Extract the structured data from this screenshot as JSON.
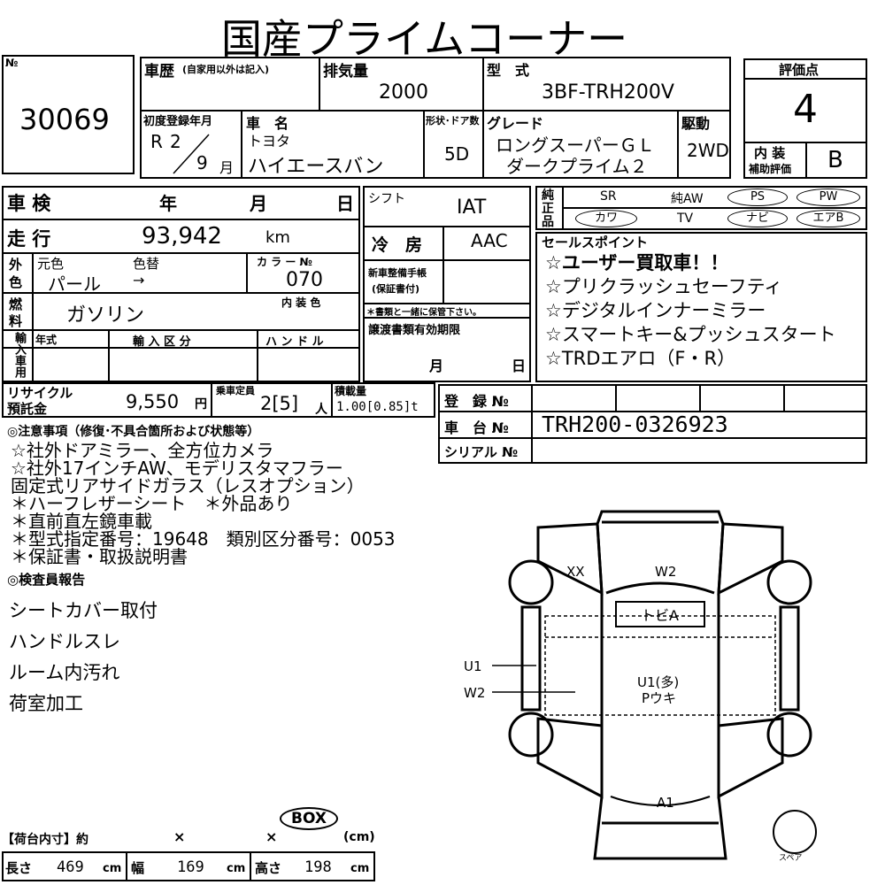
{
  "title": "国産プライムコーナー",
  "lot": {
    "no_label": "№",
    "number": "30069"
  },
  "history": {
    "label": "車歴",
    "sub": "(自家用以外は記入)"
  },
  "displacement": {
    "label": "排気量",
    "value": "2000"
  },
  "model": {
    "label": "型　式",
    "value": "3BF-TRH200V"
  },
  "score": {
    "label": "評価点",
    "value": "4",
    "interior_label_1": "内 装",
    "interior_label_2": "補助評価",
    "interior_value": "B"
  },
  "first_reg": {
    "label": "初度登録年月",
    "era": "R",
    "year": "2",
    "month": "9",
    "month_unit": "月"
  },
  "car_name": {
    "label": "車　名",
    "maker": "トヨタ",
    "name": "ハイエースバン"
  },
  "doors": {
    "label": "形状･ドア数",
    "value": "5D"
  },
  "grade": {
    "label": "グレード",
    "line1": "ロングスーパーＧＬ",
    "line2": "ダークプライム２"
  },
  "drive": {
    "label": "駆動",
    "value": "2WD"
  },
  "inspection": {
    "label": "車 検",
    "year": "年",
    "month": "月",
    "day": "日"
  },
  "mileage": {
    "label": "走 行",
    "value": "93,942",
    "unit": "km"
  },
  "color": {
    "side1": "外",
    "side2": "色",
    "orig_label": "元色",
    "change_label": "色替",
    "orig": "パール",
    "arrow": "→",
    "code_label": "カ ラ ー №",
    "code": "070",
    "interior_label": "内 装 色"
  },
  "fuel": {
    "side1": "燃",
    "side2": "料",
    "value": "ガソリン"
  },
  "import": {
    "side": "輸入車用",
    "year_label": "年式",
    "class_label": "輸 入 区 分",
    "handle_label": "ハ ン ド ル"
  },
  "shift": {
    "label": "シフト",
    "value": "IAT"
  },
  "ac": {
    "label": "冷　房",
    "value": "AAC"
  },
  "maint": {
    "label1": "新車整備手帳",
    "label2": "(保証書付)",
    "note": "＊書類と一緒に保管下さい。"
  },
  "transfer": {
    "label": "譲渡書類有効期限",
    "month": "月",
    "day": "日"
  },
  "equip": {
    "side1": "純",
    "side2": "正",
    "side3": "品",
    "items": [
      "SR",
      "純AW",
      "PS",
      "PW",
      "カワ",
      "TV",
      "ナビ",
      "エアB"
    ]
  },
  "sales": {
    "label": "セールスポイント",
    "points": [
      "☆ユーザー買取車！！",
      "☆プリクラッシュセーフティ",
      "☆デジタルインナーミラー",
      "☆スマートキー&プッシュスタート",
      "☆TRDエアロ（F・R）"
    ]
  },
  "recycle": {
    "label1": "リサイクル",
    "label2": "預託金",
    "value": "9,550",
    "unit": "円"
  },
  "capacity": {
    "label": "乗車定員",
    "value": "2[5]",
    "unit": "人"
  },
  "load": {
    "label": "積載量",
    "value": "1.00[0.85]t"
  },
  "registration": {
    "label": "登　録 №"
  },
  "chassis": {
    "label": "車　台 №",
    "value": "TRH200-0326923"
  },
  "serial": {
    "label": "シリアル №"
  },
  "notes": {
    "heading": "◎注意事項（修復･不具合箇所および状態等）",
    "lines": [
      "☆社外ドアミラー、全方位カメラ",
      "☆社外17インチAW、モデリスタマフラー",
      "固定式リアサイドガラス（レスオプション）",
      "＊ハーフレザーシート　＊外品あり",
      "＊直前直左鏡車載",
      "＊型式指定番号：19648　類別区分番号：0053",
      "＊保証書・取扱説明書"
    ]
  },
  "inspector": {
    "heading": "◎検査員報告",
    "lines": [
      "シートカバー取付",
      "ハンドルスレ",
      "ルーム内汚れ",
      "荷室加工"
    ]
  },
  "diagram": {
    "xx": "XX",
    "w2_top": "W2",
    "topia": "トビA",
    "u1_left": "U1",
    "w2_left": "W2",
    "u1_center": "U1(多)",
    "pouki": "Pウキ",
    "a1": "A1",
    "spare": "スペア"
  },
  "cargo": {
    "label": "【荷台内寸】約",
    "x1": "×",
    "x2": "×",
    "box": "BOX",
    "unit": "(cm)",
    "length_label": "長さ",
    "length": "469",
    "width_label": "幅",
    "width": "169",
    "height_label": "高さ",
    "height": "198",
    "cm": "cm"
  }
}
